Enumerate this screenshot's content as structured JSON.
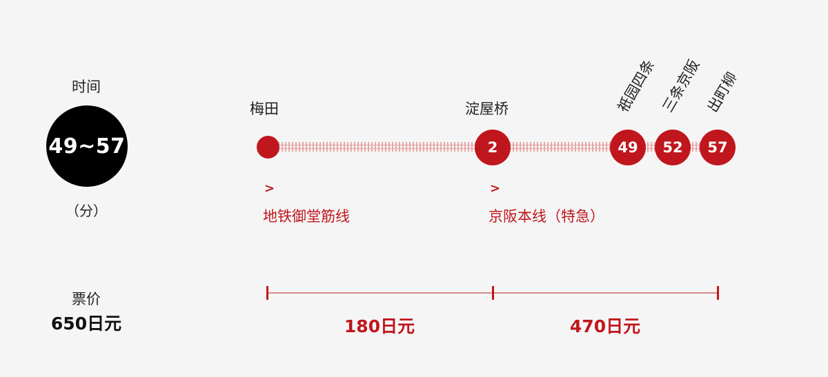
{
  "time": {
    "label": "时间",
    "value": "49~57",
    "unit": "（分）"
  },
  "fare": {
    "label": "票价",
    "total": "650日元",
    "segments": [
      "180日元",
      "470日元"
    ]
  },
  "stations": {
    "umeda": "梅田",
    "yodoyabashi": "淀屋桥",
    "gion": "祇园四条",
    "sanjo": "三条京阪",
    "demachi": "出町柳"
  },
  "stops": {
    "yodoyabashi": "2",
    "gion": "49",
    "sanjo": "52",
    "demachi": "57"
  },
  "lines": [
    {
      "arrow": ">",
      "name": "地铁御堂筋线"
    },
    {
      "arrow": ">",
      "name": "京阪本线（特急）"
    }
  ],
  "colors": {
    "accent": "#c0161d",
    "circle": "#000000",
    "background": "#f5f5f5"
  }
}
